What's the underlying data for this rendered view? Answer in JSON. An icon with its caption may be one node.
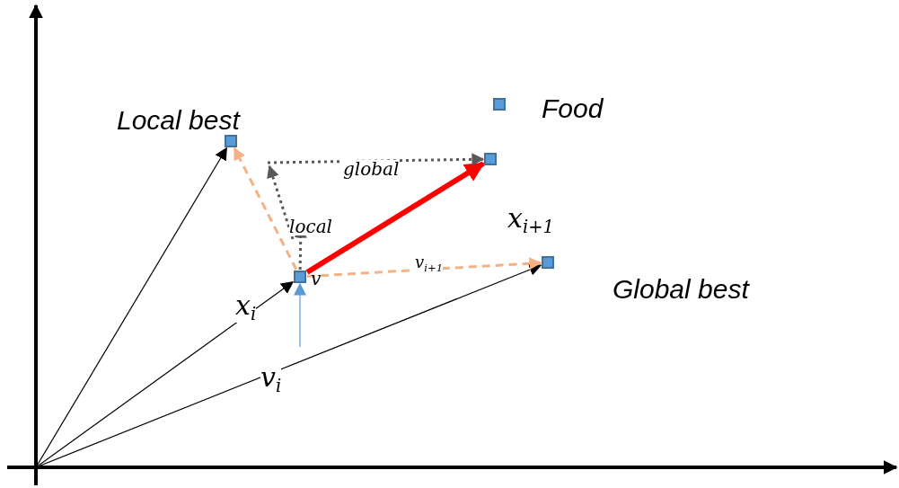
{
  "diagram": {
    "nodes": [
      {
        "text": [],
        "shape": "box",
        "beside": [
          "Local best"
        ]
      },
      {
        "text": [],
        "shape": "box"
      },
      {
        "text": [],
        "shape": "box",
        "beside": [
          "v"
        ]
      },
      {
        "text": [],
        "shape": "box",
        "beside": [
          "x$_{i+1}$",
          "Global best"
        ]
      }
    ],
    "edges": [
      {
        "from": null,
        "to": 0,
        "arrow": "to"
      },
      {
        "from": null,
        "to": 2,
        "arrow": "to",
        "label": "x$_{i}$"
      },
      {
        "from": null,
        "to": 3,
        "arrow": "to",
        "label": "v$_{i}$"
      },
      {
        "from": 2,
        "to": 0,
        "arrow": "to",
        "style": "dashed",
        "color": "#f4b183"
      },
      {
        "from": 2,
        "to": 3,
        "arrow": "to",
        "style": "dashed",
        "color": "#f4b183",
        "label": "v$_{i+1}$"
      },
      {
        "from": 2,
        "to": 1,
        "arrow": "to",
        "style": "thick",
        "color": "#ff0000"
      },
      {
        "from": 2,
        "to": null,
        "arrow": "to",
        "style": "dashed",
        "color": "#595959",
        "label": "local"
      },
      {
        "from": null,
        "to": 1,
        "arrow": "to",
        "style": "dashed",
        "color": "#595959",
        "label": "global"
      },
      {
        "from": null,
        "to": 2,
        "arrow": "to",
        "color": "#5b9bd5"
      }
    ],
    "legend": [
      {
        "text": "Food"
      }
    ]
  }
}
